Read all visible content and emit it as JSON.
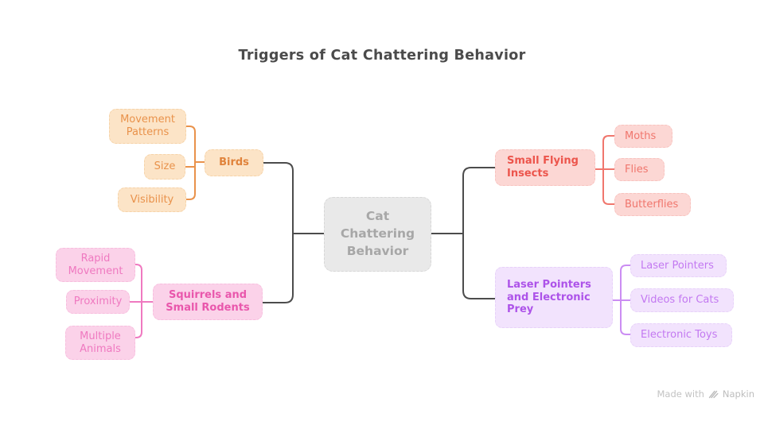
{
  "title": "Triggers of Cat Chattering Behavior",
  "center": {
    "label": "Cat Chattering Behavior",
    "bg": "#e9e9e9",
    "text_color": "#a7a7a7"
  },
  "branches": [
    {
      "name": "birds",
      "label": "Birds",
      "side": "left-top",
      "colors": {
        "bg": "#fce4c7",
        "text": "#e0833b",
        "line": "#e9924b"
      },
      "children": [
        {
          "label": "Movement Patterns"
        },
        {
          "label": "Size"
        },
        {
          "label": "Visibility"
        }
      ]
    },
    {
      "name": "squirrels-and-small-rodents",
      "label": "Squirrels and Small Rodents",
      "side": "left-bottom",
      "colors": {
        "bg": "#fbd2e9",
        "text": "#e957ac",
        "line": "#ef79c0"
      },
      "children": [
        {
          "label": "Rapid Movement"
        },
        {
          "label": "Proximity"
        },
        {
          "label": "Multiple Animals"
        }
      ]
    },
    {
      "name": "small-flying-insects",
      "label": "Small Flying Insects",
      "side": "right-top",
      "colors": {
        "bg": "#fcd7d4",
        "text": "#ec554c",
        "line": "#f0766d"
      },
      "children": [
        {
          "label": "Moths"
        },
        {
          "label": "Flies"
        },
        {
          "label": "Butterflies"
        }
      ]
    },
    {
      "name": "laser-pointers-and-electronic-prey",
      "label": "Laser Pointers and Electronic Prey",
      "side": "right-bottom",
      "colors": {
        "bg": "#f2e3fd",
        "text": "#ad53e9",
        "line": "#cb8df3"
      },
      "children": [
        {
          "label": "Laser Pointers"
        },
        {
          "label": "Videos for Cats"
        },
        {
          "label": "Electronic Toys"
        }
      ]
    }
  ],
  "connector_color": "#4c4c4c",
  "watermark": {
    "prefix": "Made with",
    "brand": "Napkin"
  }
}
